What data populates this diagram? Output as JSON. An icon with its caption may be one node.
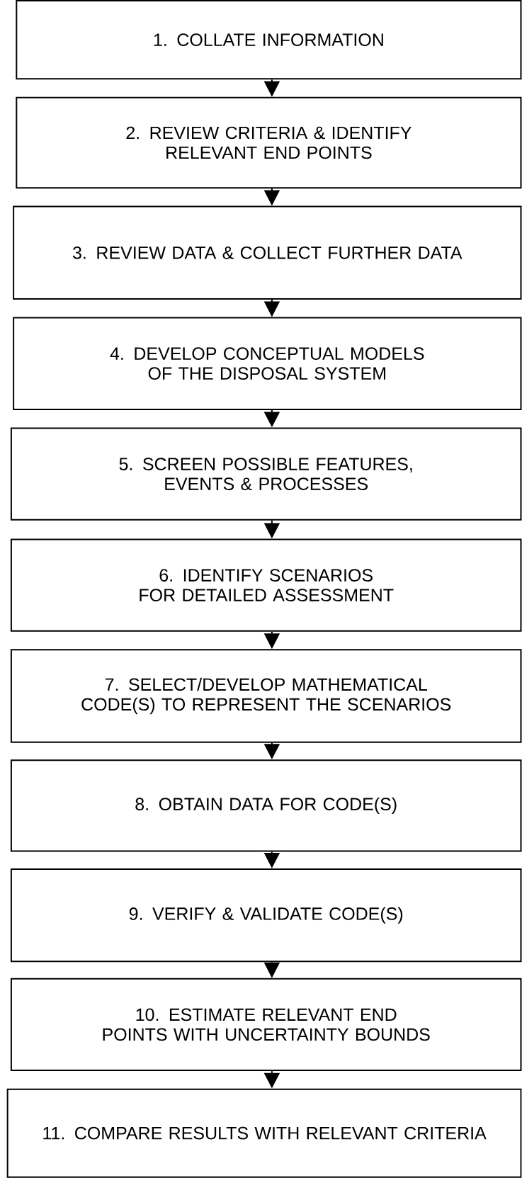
{
  "diagram": {
    "nodes": [
      {
        "text": [
          "1. COLLATE INFORMATION"
        ]
      },
      {
        "text": [
          "2. REVIEW CRITERIA & IDENTIFY RELEVANT END POINTS"
        ]
      },
      {
        "text": [
          "3. REVIEW DATA & COLLECT FURTHER DATA"
        ]
      },
      {
        "text": [
          "4. DEVELOP CONCEPTUAL MODELS OF THE DISPOSAL SYSTEM"
        ]
      },
      {
        "text": [
          "5. SCREEN POSSIBLE FEATURES, EVENTS & PROCESSES"
        ]
      },
      {
        "text": [
          "6. IDENTIFY SCENARIOS FOR DETAILED ASSESSMENT"
        ]
      },
      {
        "text": [
          "7. SELECT/DEVELOP MATHEMATICAL CODE(S) TO REPRESENT THE SCENARIOS"
        ]
      },
      {
        "text": [
          "8. OBTAIN DATA FOR CODE(S)"
        ]
      },
      {
        "text": [
          "9. VERIFY & VALIDATE CODE(S)"
        ]
      },
      {
        "text": [
          "10. ESTIMATE RELEVANT END POINTS WITH UNCERTAINTY BOUNDS"
        ]
      },
      {
        "text": [
          "11. COMPARE RESULTS WITH RELEVANT CRITERIA"
        ]
      }
    ],
    "edges": [
      {
        "from": 0,
        "to": 1,
        "arrow": "to"
      },
      {
        "from": 1,
        "to": 2,
        "arrow": "to"
      },
      {
        "from": 2,
        "to": 3,
        "arrow": "to"
      },
      {
        "from": 3,
        "to": 4,
        "arrow": "to"
      },
      {
        "from": 4,
        "to": 5,
        "arrow": "to"
      },
      {
        "from": 5,
        "to": 6,
        "arrow": "to"
      },
      {
        "from": 6,
        "to": 7,
        "arrow": "to"
      },
      {
        "from": 7,
        "to": 8,
        "arrow": "to"
      },
      {
        "from": 8,
        "to": 9,
        "arrow": "to"
      },
      {
        "from": 9,
        "to": 10,
        "arrow": "to"
      }
    ]
  }
}
